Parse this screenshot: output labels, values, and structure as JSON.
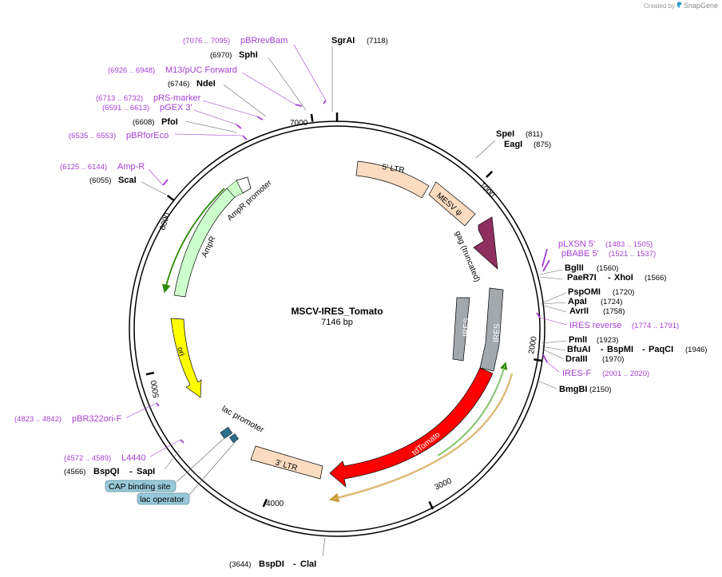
{
  "credit": {
    "prefix": "Created by",
    "brand": "SnapGene"
  },
  "plasmid": {
    "name": "MSCV-IRES_Tomato",
    "size_label": "7146 bp"
  },
  "ticks": [
    "1000",
    "2000",
    "3000",
    "4000",
    "5000",
    "6000",
    "7000"
  ],
  "sites": {
    "sgrai": {
      "name": "SgrAI",
      "pos": "(7118)"
    },
    "sphi": {
      "name": "SphI",
      "pos": "(6970)"
    },
    "ndei": {
      "name": "NdeI",
      "pos": "(6746)"
    },
    "pfoi": {
      "name": "PfoI",
      "pos": "(6608)"
    },
    "scai": {
      "name": "ScaI",
      "pos": "(6055)"
    },
    "spei": {
      "name": "SpeI",
      "pos": "(811)"
    },
    "eagi": {
      "name": "EagI",
      "pos": "(875)"
    },
    "bglii": {
      "name": "BglII",
      "pos": "(1560)"
    },
    "paer7i": {
      "name": "PaeR7I",
      "sep": "-",
      "name2": "XhoI",
      "pos": "(1566)"
    },
    "pspomi": {
      "name": "PspOMI",
      "pos": "(1720)"
    },
    "apai": {
      "name": "ApaI",
      "pos": "(1724)"
    },
    "avrii": {
      "name": "AvrII",
      "pos": "(1758)"
    },
    "pmli": {
      "name": "PmlI",
      "pos": "(1923)"
    },
    "bfuai": {
      "name": "BfuAI",
      "sep": "-",
      "name2": "BspMI",
      "sep2": "-",
      "name3": "PaqCI",
      "pos": "(1946)"
    },
    "draiii": {
      "name": "DraIII",
      "pos": "(1970)"
    },
    "bmgbi": {
      "name": "BmgBI",
      "pos": "(2150)"
    },
    "bspqi": {
      "pos": "(4566)",
      "name": "BspQI",
      "sep": "-",
      "name2": "SapI"
    },
    "bspdi": {
      "pos": "(3644)",
      "name": "BspDI",
      "sep": "-",
      "name2": "ClaI"
    }
  },
  "primers": {
    "pbrrevbam": {
      "pos": "(7076 .. 7095)",
      "name": "pBRrevBam"
    },
    "m13puc": {
      "pos": "(6926 .. 6948)",
      "name": "M13/pUC Forward"
    },
    "prs": {
      "pos": "(6713 .. 6732)",
      "name": "pRS-marker"
    },
    "pgex": {
      "pos": "(6591 .. 6613)",
      "name": "pGEX 3'"
    },
    "pbrforeco": {
      "pos": "(6535 .. 6553)",
      "name": "pBRforEco"
    },
    "ampr": {
      "pos": "(6125 .. 6144)",
      "name": "Amp-R"
    },
    "pbr322": {
      "pos": "(4823 .. 4842)",
      "name": "pBR322ori-F"
    },
    "l4440": {
      "pos": "(4572 .. 4589)",
      "name": "L4440"
    },
    "plxsn": {
      "name": "pLXSN 5'",
      "pos": "(1483 .. 1505)"
    },
    "pbabe": {
      "name": "pBABE 5'",
      "pos": "(1521 .. 1537)"
    },
    "iresrev": {
      "name": "IRES reverse",
      "pos": "(1774 .. 1791)"
    },
    "iresf": {
      "name": "IRES-F",
      "pos": "(2001 .. 2020)"
    }
  },
  "features": {
    "ltr5": "5' LTR",
    "mesv": "MESV ψ",
    "gag": "gag (truncated)",
    "ires_inner": "IRES",
    "ires_outer": "IRES",
    "tdtomato": "tdTomato",
    "ltr3": "3' LTR",
    "ori": "ori",
    "ampr": "AmpR",
    "ampr_promoter": "AmpR promoter",
    "lac_promoter": "lac promoter"
  },
  "badges": {
    "cap": "CAP binding site",
    "lacop": "lac operator"
  },
  "colors": {
    "ltr": "#fbdcc0",
    "gag": "#8e2f5f",
    "ires": "#a3a8ad",
    "tdtomato": "#ff0000",
    "ori": "#ffff00",
    "ampr": "#ccffcc",
    "primer": "#a63fd4",
    "badge": "#99c9d8",
    "orf_green": "#2a8a00",
    "orf_tan": "#c89a33"
  }
}
